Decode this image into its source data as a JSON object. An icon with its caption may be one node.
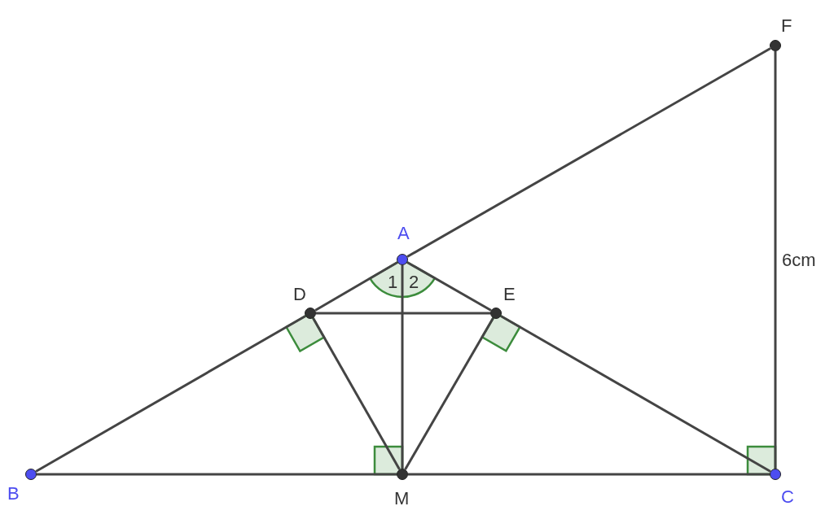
{
  "diagram": {
    "nodes": [
      {
        "text": [
          "F"
        ]
      },
      {
        "text": [
          "A"
        ]
      },
      {
        "text": [
          "D"
        ]
      },
      {
        "text": [
          "E"
        ]
      },
      {
        "text": [
          "B"
        ]
      },
      {
        "text": [
          "M"
        ]
      },
      {
        "text": [
          "C"
        ]
      }
    ],
    "edges": [
      {
        "from": 1,
        "to": 0,
        "arrow": "none"
      },
      {
        "from": 2,
        "to": 1,
        "arrow": "none"
      },
      {
        "from": 4,
        "to": 2,
        "arrow": "none"
      },
      {
        "from": 1,
        "to": 3,
        "arrow": "none"
      },
      {
        "from": 3,
        "to": 6,
        "arrow": "none"
      },
      {
        "from": 4,
        "to": 5,
        "arrow": "none"
      },
      {
        "from": 5,
        "to": 6,
        "arrow": "none"
      },
      {
        "from": 0,
        "to": 6,
        "arrow": "none",
        "label": "6cm"
      },
      {
        "from": 2,
        "to": 3,
        "arrow": "none"
      },
      {
        "from": 1,
        "to": 5,
        "arrow": "none"
      },
      {
        "from": 2,
        "to": 5,
        "arrow": "none"
      },
      {
        "from": 3,
        "to": 5,
        "arrow": "none"
      }
    ],
    "labels": [
      "1",
      "2"
    ]
  }
}
